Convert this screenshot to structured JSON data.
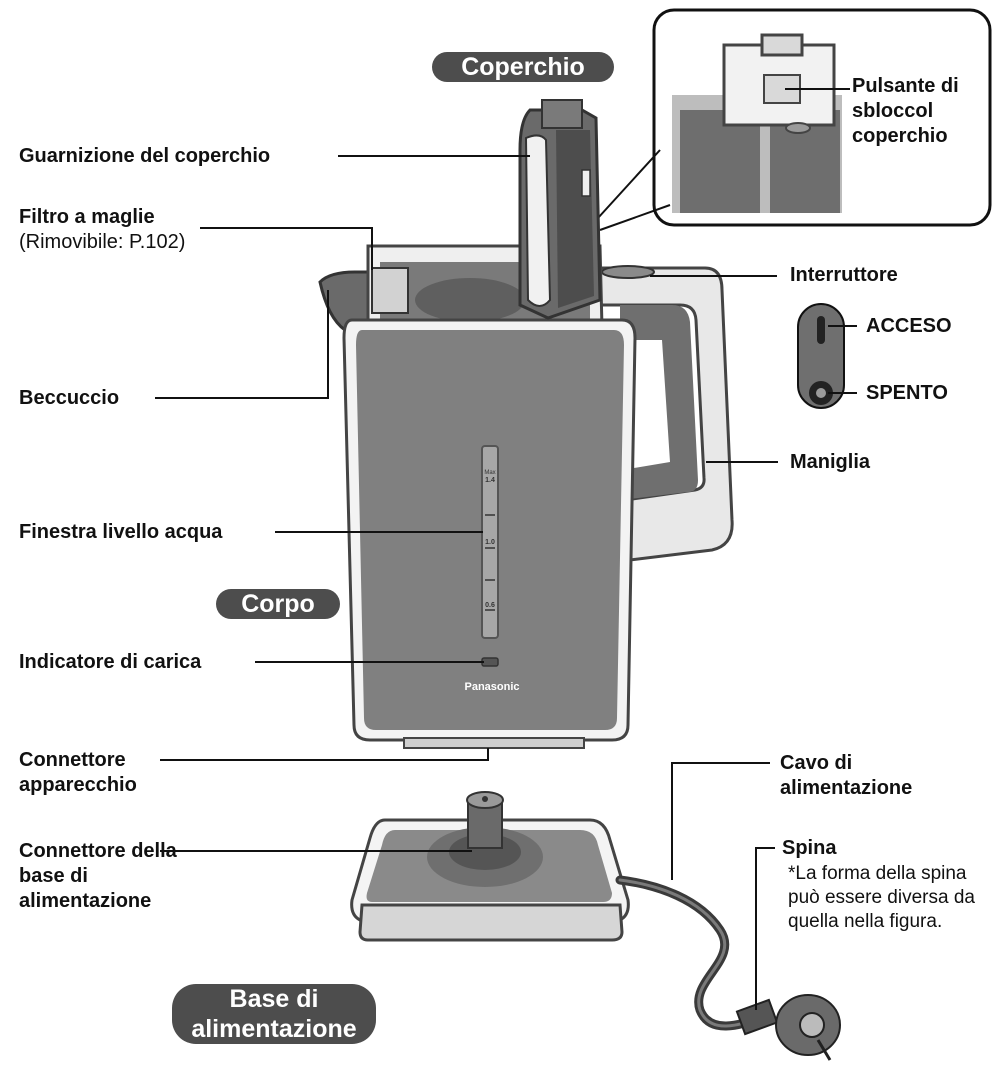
{
  "sections": {
    "lid": "Coperchio",
    "body": "Corpo",
    "base": "Base di alimentazione"
  },
  "labels": {
    "lid_gasket": "Guarnizione del coperchio",
    "mesh_filter": "Filtro a maglie",
    "mesh_filter_note": "(Rimovibile: P.102)",
    "spout": "Beccuccio",
    "water_window": "Finestra livello acqua",
    "charge_indicator": "Indicatore di carica",
    "appliance_connector": "Connettore apparecchio",
    "base_connector": "Connettore della base di alimentazione",
    "lid_release": "Pulsante di sbloccol coperchio",
    "switch": "Interruttore",
    "on": "ACCESO",
    "off": "SPENTO",
    "handle": "Maniglia",
    "power_cord": "Cavo di alimentazione",
    "plug": "Spina",
    "plug_note": "*La forma della spina può essere diversa da quella nella figura."
  },
  "kettle": {
    "brand": "Panasonic",
    "scale": [
      "Max",
      "1.4",
      "1.0",
      "0.6"
    ]
  },
  "colors": {
    "body_gray": "#808080",
    "dark_gray": "#4d4d4d",
    "pill": "#4d4d4d",
    "line": "#111111"
  }
}
